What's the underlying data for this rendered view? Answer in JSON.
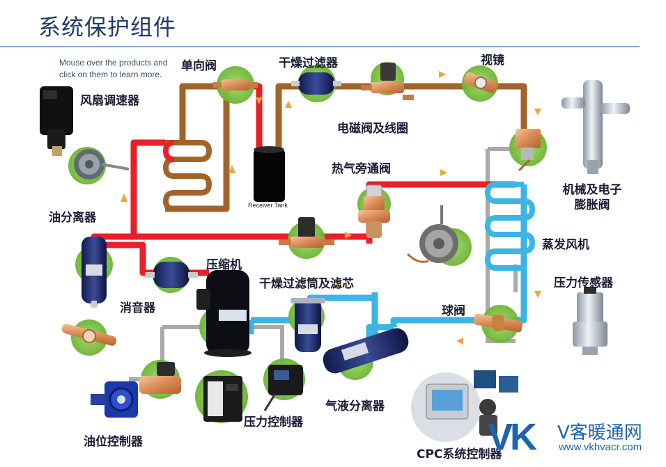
{
  "title": "系统保护组件",
  "hint": "Mouse over the products and click on them to learn more.",
  "tank_label": "Receiver Tank",
  "labels": {
    "one_way_valve": "单向阀",
    "dryer_filter": "干燥过滤器",
    "sight_glass": "视镜",
    "fan_speed_controller": "风扇调速器",
    "solenoid_valve": "电磁阀及线圈",
    "hot_gas_bypass": "热气旁通阀",
    "expansion_valve_line1": "机械及电子",
    "expansion_valve_line2": "膨胀阀",
    "oil_separator": "油分离器",
    "evaporator_fan": "蒸发风机",
    "muffler": "消音器",
    "compressor": "压缩机",
    "filter_drier_core": "干燥过滤筒及滤芯",
    "pressure_sensor": "压力传感器",
    "ball_valve": "球阀",
    "gas_liquid_separator": "气液分离器",
    "pressure_controller": "压力控制器",
    "oil_level_controller": "油位控制器",
    "cpc_controller": "CPC系统控制器"
  },
  "watermark": {
    "logo": "VK",
    "name": "V客暖通网",
    "url": "www.vkhvacr.com"
  },
  "colors": {
    "hot_line": "#e8202a",
    "liquid_line": "#a0642a",
    "suction_line": "#3cb4e6",
    "gray_line": "#a9a9a9",
    "highlight": "#7dc242"
  }
}
